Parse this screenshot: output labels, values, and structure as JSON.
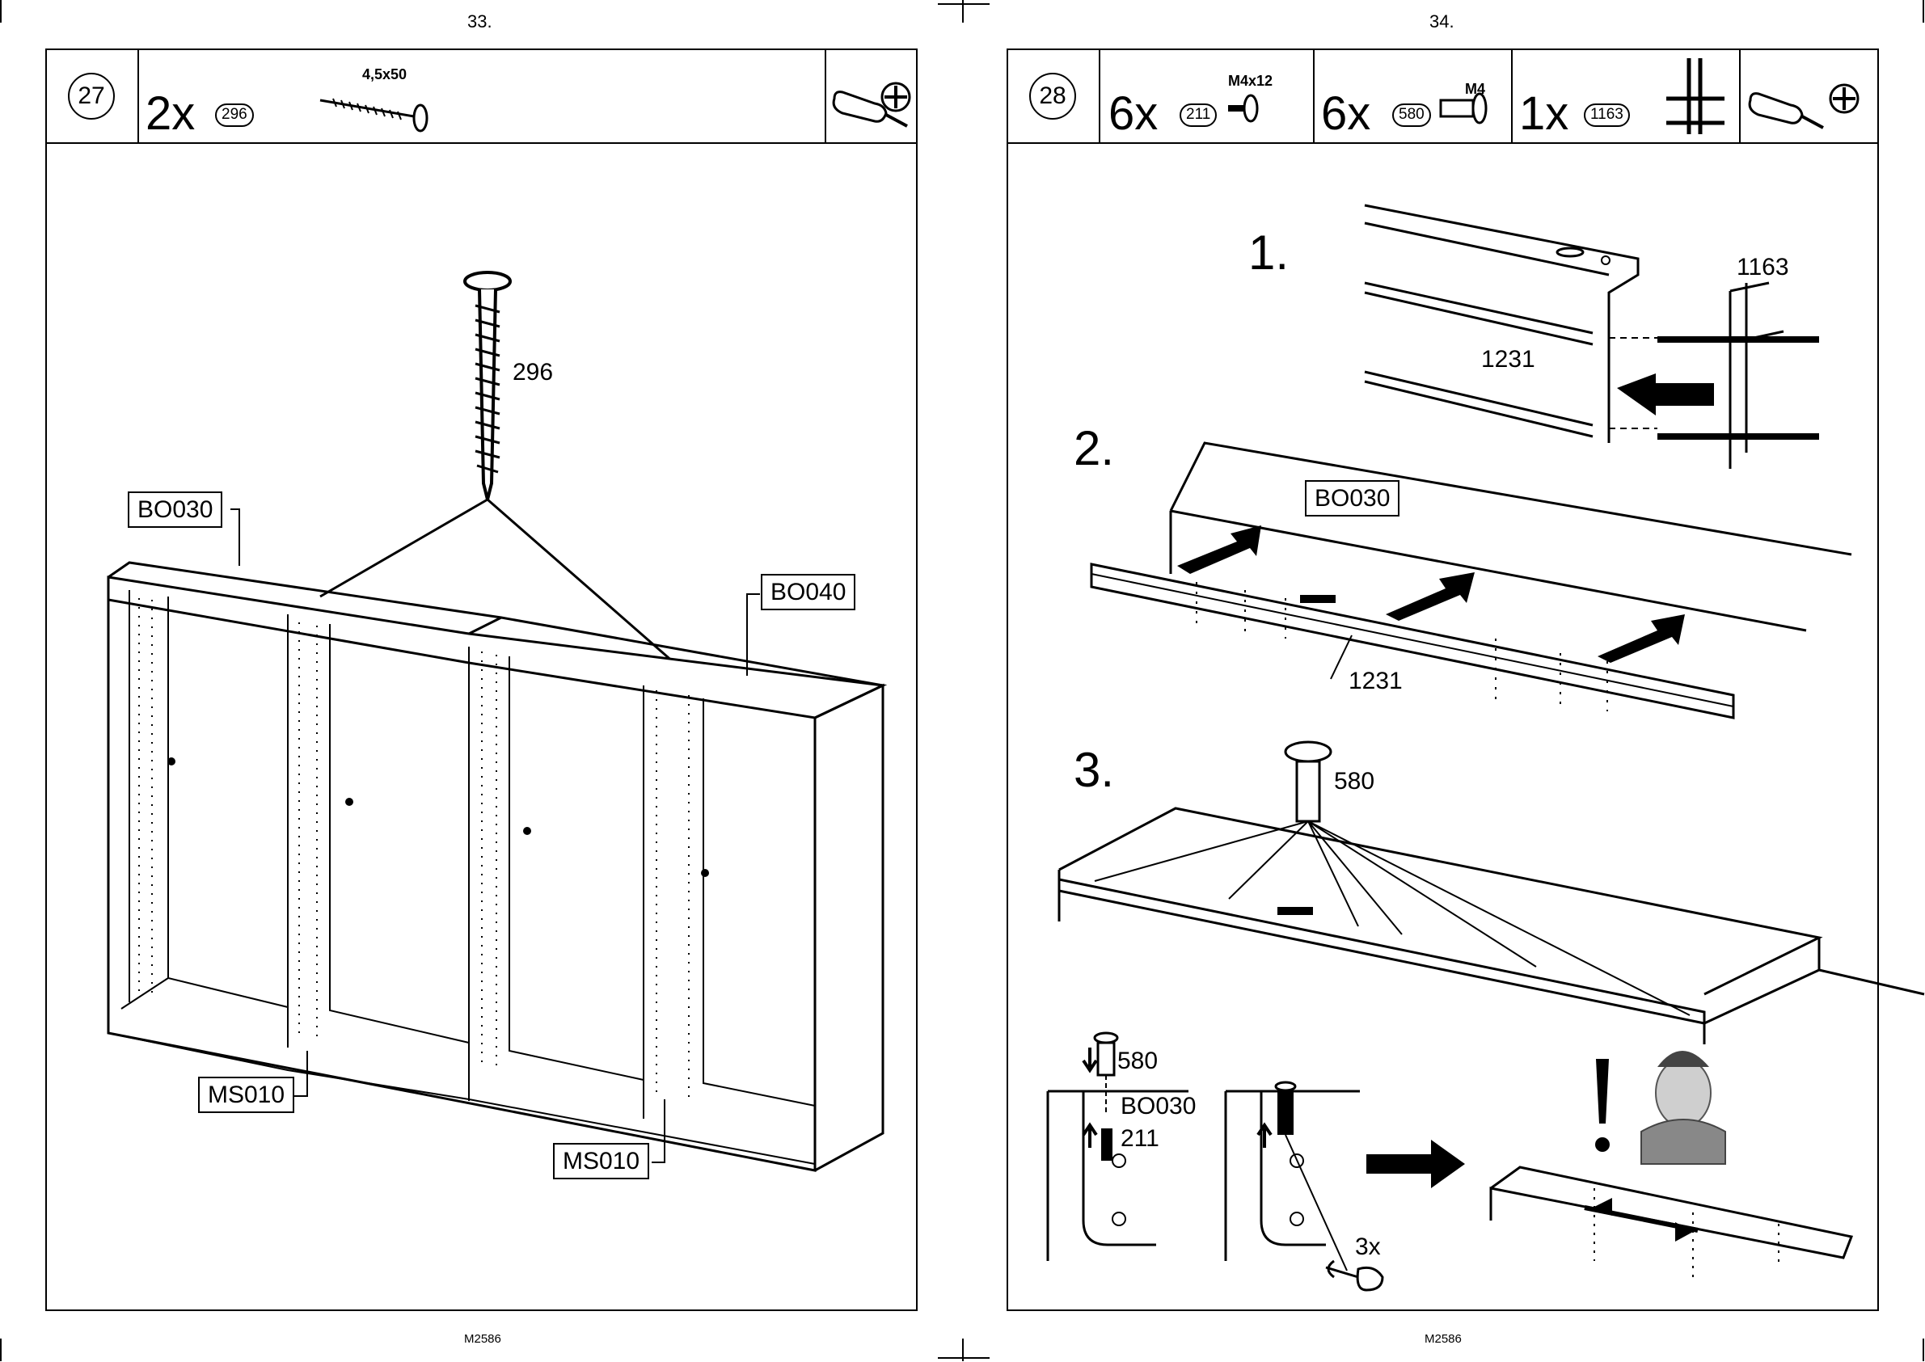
{
  "left_page": {
    "page_number": "33.",
    "footer": "M2586",
    "step": "27",
    "header": {
      "quantity": "2x",
      "part_id": "296",
      "screw_spec": "4,5x50",
      "icons": [
        "long-screw-icon",
        "screwdriver-icon",
        "phillips-head-icon"
      ]
    },
    "labels": {
      "screw": "296",
      "top_left": "BO030",
      "top_right": "BO040",
      "side_left": "MS010",
      "side_right": "MS010"
    }
  },
  "right_page": {
    "page_number": "34.",
    "footer": "M2586",
    "step": "28",
    "header": {
      "items": [
        {
          "quantity": "6x",
          "part_id": "211",
          "spec": "M4x12"
        },
        {
          "quantity": "6x",
          "part_id": "580",
          "spec": "M4"
        },
        {
          "quantity": "1x",
          "part_id": "1163",
          "spec": ""
        }
      ],
      "icons": [
        "screwdriver-icon",
        "phillips-head-icon"
      ]
    },
    "substeps": {
      "s1": {
        "number": "1.",
        "part_a": "1163",
        "part_b": "1231"
      },
      "s2": {
        "number": "2.",
        "panel": "BO030",
        "rail": "1231"
      },
      "s3": {
        "number": "3.",
        "screw": "580"
      },
      "detail": {
        "screw_top": "580",
        "panel": "BO030",
        "screw_bottom": "211",
        "repeat": "3x"
      }
    }
  }
}
